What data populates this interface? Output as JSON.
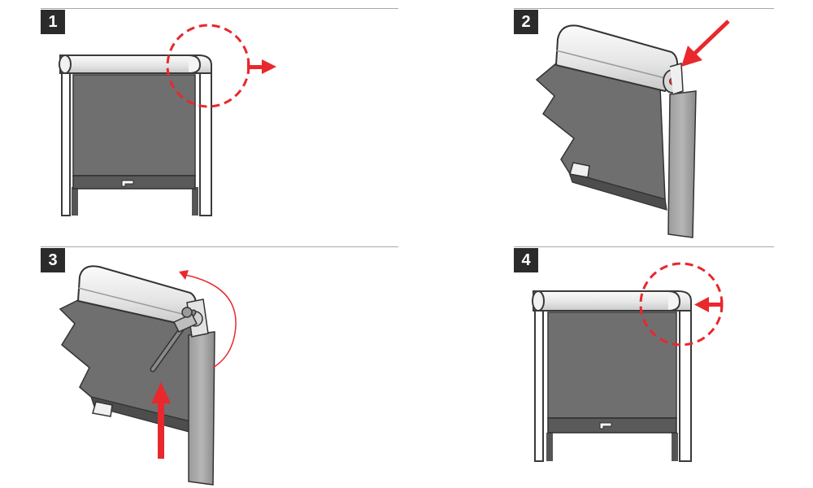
{
  "steps": [
    {
      "number": "1",
      "action": "remove-cap"
    },
    {
      "number": "2",
      "action": "detach-side"
    },
    {
      "number": "3",
      "action": "wind-with-tool"
    },
    {
      "number": "4",
      "action": "insert-cap"
    }
  ],
  "colors": {
    "badge": "#2b2b2b",
    "accent_red": "#e8282d",
    "fabric": "#6f6f6f",
    "frame_line": "#3a3a3a",
    "divider": "#a8a8a8"
  },
  "icons": [
    "dashed-circle-icon",
    "arrow-right-icon",
    "arrow-left-icon",
    "arrow-diagonal-icon",
    "arrow-up-icon",
    "curved-arrow-icon",
    "crank-tool-icon"
  ]
}
